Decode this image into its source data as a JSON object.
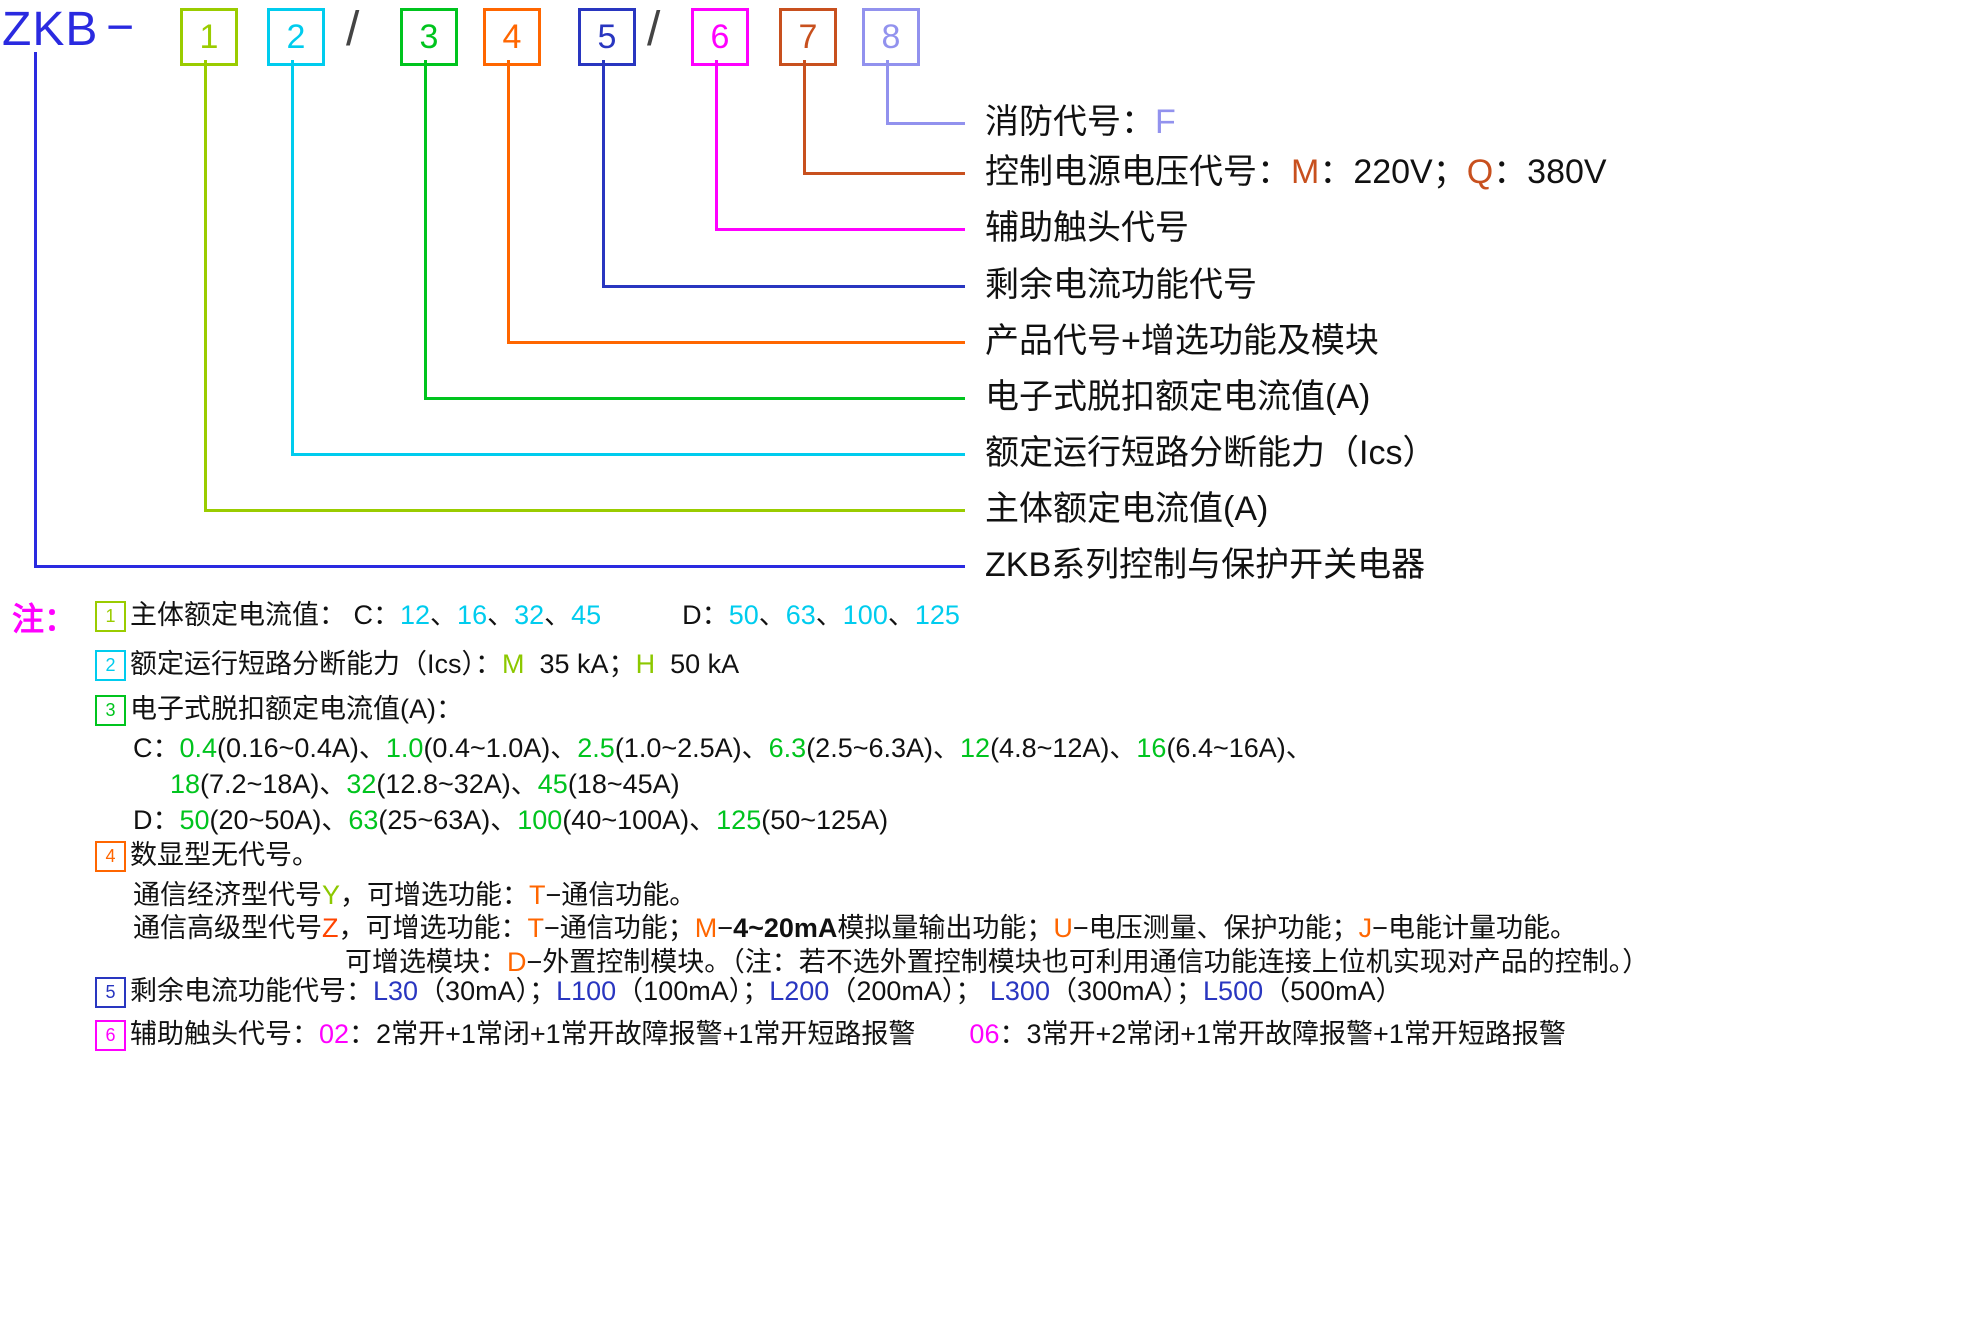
{
  "colors": {
    "zkb_blue": "#2a2ae0",
    "yellow_green": "#9acc00",
    "cyan": "#00ccee",
    "green": "#00c41e",
    "lime": "#8cc800",
    "orange": "#ff6600",
    "navy_blue": "#2936c0",
    "magenta": "#ff00ff",
    "red_orange": "#c8501e",
    "periwinkle": "#9292ee",
    "slash_gray": "#444444",
    "text_black": "#111111"
  },
  "header": {
    "brand": "ZKB",
    "dash": "−",
    "slash1": "/",
    "slash2": "/",
    "boxes": [
      {
        "num": "1",
        "color": "#9acc00"
      },
      {
        "num": "2",
        "color": "#00ccee"
      },
      {
        "num": "3",
        "color": "#00c41e"
      },
      {
        "num": "4",
        "color": "#ff6600"
      },
      {
        "num": "5",
        "color": "#2936c0"
      },
      {
        "num": "6",
        "color": "#ff00ff"
      },
      {
        "num": "7",
        "color": "#c8501e"
      },
      {
        "num": "8",
        "color": "#9292ee"
      }
    ]
  },
  "labels": [
    {
      "name": "fire-code",
      "segments": [
        {
          "t": "消防代号："
        },
        {
          "t": "F",
          "c": "#9292ee"
        }
      ]
    },
    {
      "name": "control-voltage",
      "segments": [
        {
          "t": "控制电源电压代号："
        },
        {
          "t": "M",
          "c": "#c8501e"
        },
        {
          "t": "：220V；"
        },
        {
          "t": "Q",
          "c": "#c8501e"
        },
        {
          "t": "：380V"
        }
      ]
    },
    {
      "name": "aux-contact",
      "segments": [
        {
          "t": "辅助触头代号"
        }
      ]
    },
    {
      "name": "residual-current",
      "segments": [
        {
          "t": "剩余电流功能代号"
        }
      ]
    },
    {
      "name": "product-code",
      "segments": [
        {
          "t": "产品代号+增选功能及模块"
        }
      ]
    },
    {
      "name": "electronic-trip",
      "segments": [
        {
          "t": "电子式脱扣额定电流值(A)"
        }
      ]
    },
    {
      "name": "breaking-capacity",
      "segments": [
        {
          "t": "额定运行短路分断能力（Ics）"
        }
      ]
    },
    {
      "name": "main-current",
      "segments": [
        {
          "t": "主体额定电流值(A)"
        }
      ]
    },
    {
      "name": "series",
      "segments": [
        {
          "t": "ZKB系列控制与保护开关电器"
        }
      ]
    }
  ],
  "notes": {
    "marker": "注：",
    "badges": [
      {
        "num": "1",
        "color": "#9acc00"
      },
      {
        "num": "2",
        "color": "#00ccee"
      },
      {
        "num": "3",
        "color": "#00c41e"
      },
      {
        "num": "4",
        "color": "#ff6600"
      },
      {
        "num": "5",
        "color": "#2936c0"
      },
      {
        "num": "6",
        "color": "#ff00ff"
      }
    ],
    "n1": [
      {
        "t": "主体额定电流值： C："
      },
      {
        "t": "12",
        "c": "#00ccee"
      },
      {
        "t": "、"
      },
      {
        "t": "16",
        "c": "#00ccee"
      },
      {
        "t": "、"
      },
      {
        "t": "32",
        "c": "#00ccee"
      },
      {
        "t": "、"
      },
      {
        "t": "45",
        "c": "#00ccee"
      },
      {
        "t": "　　　D："
      },
      {
        "t": "50",
        "c": "#00ccee"
      },
      {
        "t": "、"
      },
      {
        "t": "63",
        "c": "#00ccee"
      },
      {
        "t": "、"
      },
      {
        "t": "100",
        "c": "#00ccee"
      },
      {
        "t": "、"
      },
      {
        "t": "125",
        "c": "#00ccee"
      }
    ],
    "n2": [
      {
        "t": "额定运行短路分断能力（Ics）："
      },
      {
        "t": "M",
        "c": "#8cc800"
      },
      {
        "t": "  35 kA；"
      },
      {
        "t": "H",
        "c": "#8cc800"
      },
      {
        "t": "  50 kA"
      }
    ],
    "n3_head": [
      {
        "t": "电子式脱扣额定电流值(A)："
      }
    ],
    "n3_c": [
      {
        "t": "C："
      },
      {
        "t": "0.4",
        "c": "#00c41e"
      },
      {
        "t": "(0.16~0.4A)、"
      },
      {
        "t": "1.0",
        "c": "#00c41e"
      },
      {
        "t": "(0.4~1.0A)、"
      },
      {
        "t": "2.5",
        "c": "#00c41e"
      },
      {
        "t": "(1.0~2.5A)、"
      },
      {
        "t": "6.3",
        "c": "#00c41e"
      },
      {
        "t": "(2.5~6.3A)、"
      },
      {
        "t": "12",
        "c": "#00c41e"
      },
      {
        "t": "(4.8~12A)、"
      },
      {
        "t": "16",
        "c": "#00c41e"
      },
      {
        "t": "(6.4~16A)、"
      }
    ],
    "n3_c2": [
      {
        "t": "18",
        "c": "#00c41e"
      },
      {
        "t": "(7.2~18A)、"
      },
      {
        "t": "32",
        "c": "#00c41e"
      },
      {
        "t": "(12.8~32A)、"
      },
      {
        "t": "45",
        "c": "#00c41e"
      },
      {
        "t": "(18~45A)"
      }
    ],
    "n3_d": [
      {
        "t": "D："
      },
      {
        "t": "50",
        "c": "#00c41e"
      },
      {
        "t": "(20~50A)、"
      },
      {
        "t": "63",
        "c": "#00c41e"
      },
      {
        "t": "(25~63A)、"
      },
      {
        "t": "100",
        "c": "#00c41e"
      },
      {
        "t": "(40~100A)、"
      },
      {
        "t": "125",
        "c": "#00c41e"
      },
      {
        "t": "(50~125A)"
      }
    ],
    "n4_1": [
      {
        "t": "数显型无代号。"
      }
    ],
    "n4_2": [
      {
        "t": "通信经济型代号"
      },
      {
        "t": "Y",
        "c": "#8cc800"
      },
      {
        "t": "，可增选功能："
      },
      {
        "t": "T",
        "c": "#ff6600"
      },
      {
        "t": "−通信功能。"
      }
    ],
    "n4_3": [
      {
        "t": "通信高级型代号"
      },
      {
        "t": "Z",
        "c": "#ff4400"
      },
      {
        "t": "，可增选功能："
      },
      {
        "t": "T",
        "c": "#ff6600"
      },
      {
        "t": "−通信功能；"
      },
      {
        "t": "M",
        "c": "#ff6600"
      },
      {
        "t": "−"
      },
      {
        "t": "4~20mA",
        "b": true
      },
      {
        "t": "模拟量输出功能；"
      },
      {
        "t": "U",
        "c": "#ff6600"
      },
      {
        "t": "−电压测量、保护功能；"
      },
      {
        "t": "J",
        "c": "#ff6600"
      },
      {
        "t": "−电能计量功能。"
      }
    ],
    "n4_4": [
      {
        "t": "可增选模块："
      },
      {
        "t": "D",
        "c": "#ff6600"
      },
      {
        "t": "−外置控制模块。（注：若不选外置控制模块也可利用通信功能连接上位机实现对产品的控制。）"
      }
    ],
    "n5": [
      {
        "t": "剩余电流功能代号："
      },
      {
        "t": "L30",
        "c": "#2936c0"
      },
      {
        "t": "（30mA）；"
      },
      {
        "t": "L100",
        "c": "#2936c0"
      },
      {
        "t": "（100mA）；"
      },
      {
        "t": "L200",
        "c": "#2936c0"
      },
      {
        "t": "（200mA）； "
      },
      {
        "t": "L300",
        "c": "#2936c0"
      },
      {
        "t": "（300mA）；"
      },
      {
        "t": "L500",
        "c": "#2936c0"
      },
      {
        "t": "（500mA）"
      }
    ],
    "n6": [
      {
        "t": "辅助触头代号："
      },
      {
        "t": "02",
        "c": "#ff00ff"
      },
      {
        "t": "：2常开+1常闭+1常开故障报警+1常开短路报警　　"
      },
      {
        "t": "06",
        "c": "#ff00ff"
      },
      {
        "t": "：3常开+2常闭+1常开故障报警+1常开短路报警"
      }
    ]
  }
}
